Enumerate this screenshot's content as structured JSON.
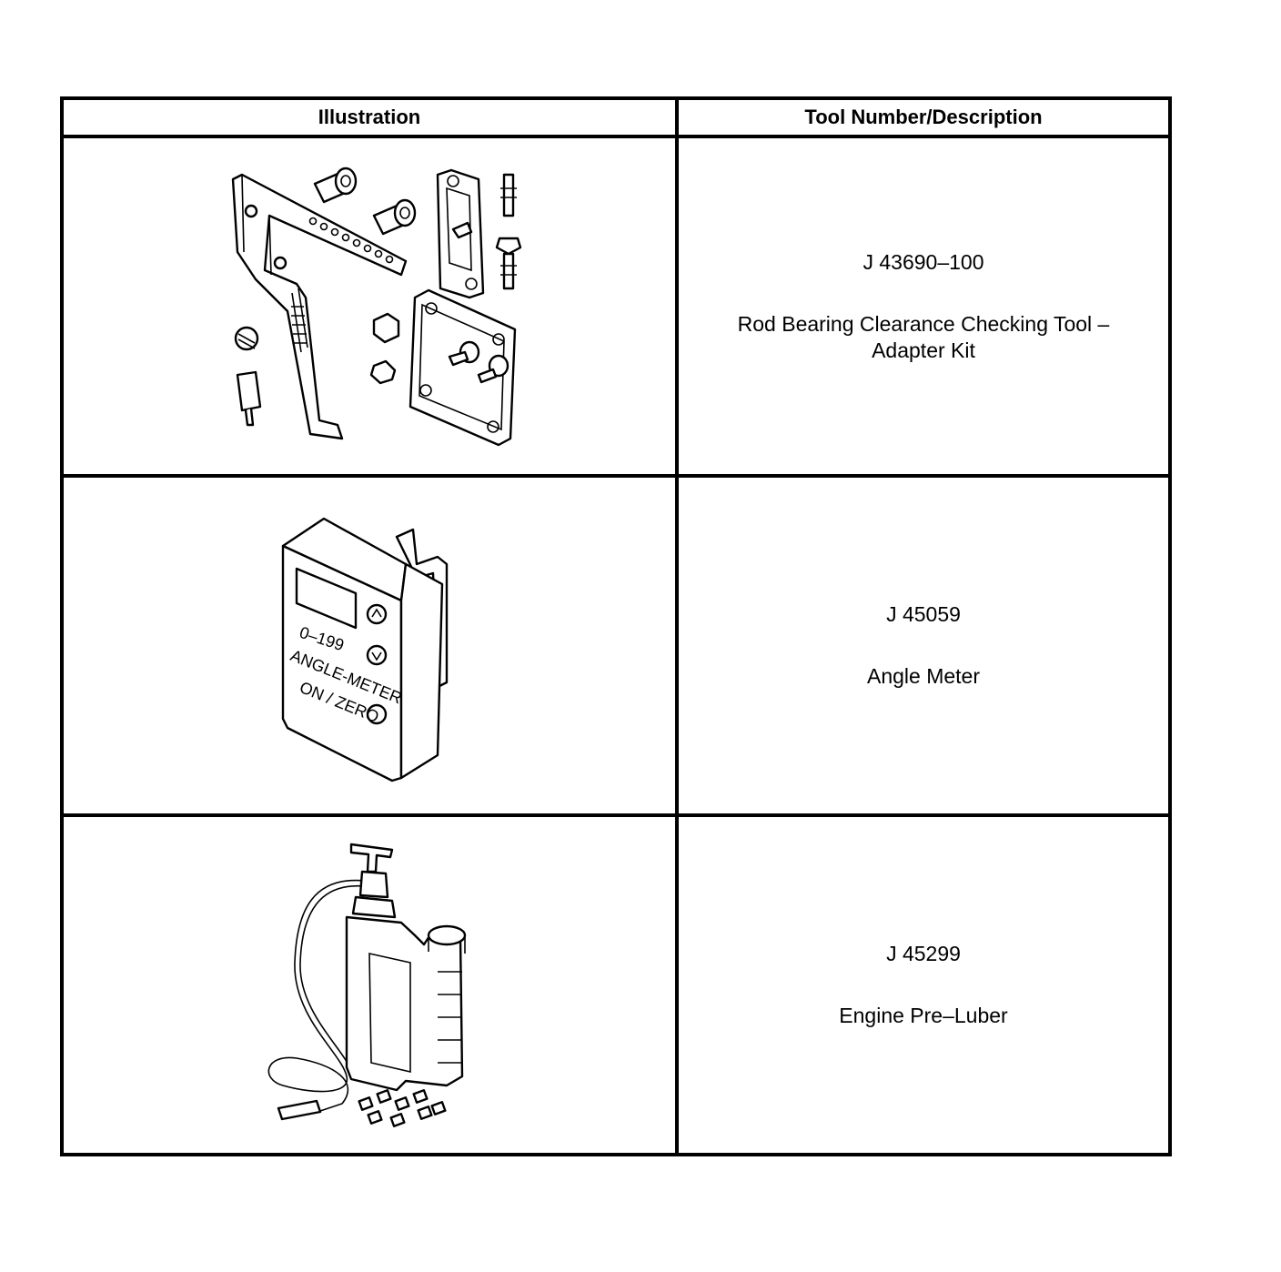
{
  "table": {
    "headers": {
      "illustration": "Illustration",
      "tool": "Tool Number/Description"
    },
    "rows": [
      {
        "tool_number": "J 43690–100",
        "description": "Rod Bearing Clearance Checking Tool –\nAdapter Kit"
      },
      {
        "tool_number": "J 45059",
        "description": "Angle Meter",
        "device_labels": {
          "range": "0–199",
          "name": "ANGLE-METER",
          "button": "ON / ZERO"
        }
      },
      {
        "tool_number": "J 45299",
        "description": "Engine Pre–Luber"
      }
    ]
  }
}
